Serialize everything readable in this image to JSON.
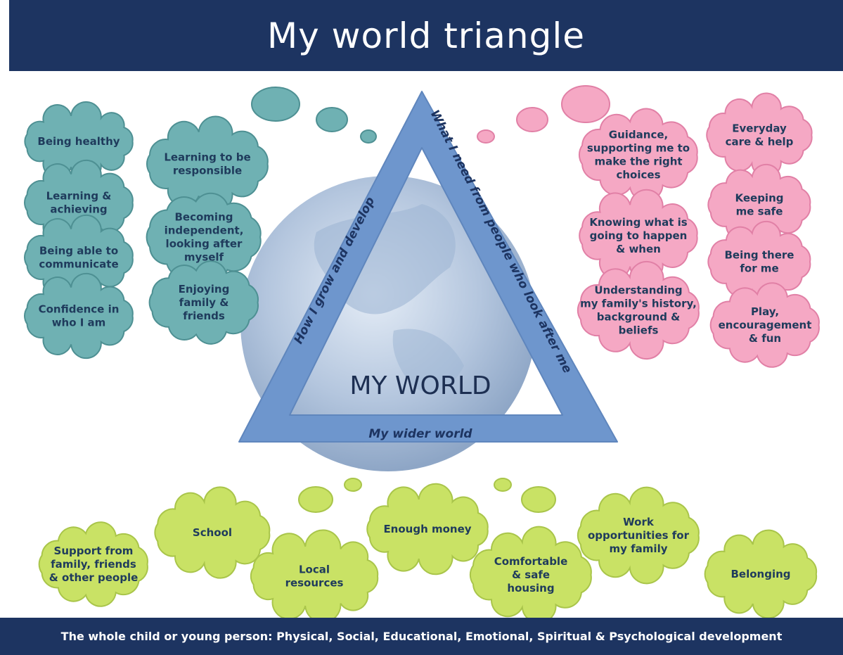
{
  "title": "My world triangle",
  "footer": "The whole child or young person: Physical, Social, Educational, Emotional, Spiritual & Psychological development",
  "center_label": "MY WORLD",
  "triangle": {
    "left_side": "How I grow and develop",
    "right_side": "What I need from people who look after me",
    "bottom_side": "My wider world"
  },
  "colors": {
    "header": "#1d3461",
    "teal_cloud": "#6fb1b3",
    "pink_cloud": "#f5a8c4",
    "green_cloud": "#c9e265",
    "triangle": "#6e96cd"
  },
  "grow_clouds": [
    {
      "lines": [
        "Being healthy"
      ]
    },
    {
      "lines": [
        "Learning to be",
        "responsible"
      ]
    },
    {
      "lines": [
        "Learning &",
        "achieving"
      ]
    },
    {
      "lines": [
        "Becoming",
        "independent,",
        "looking after",
        "myself"
      ]
    },
    {
      "lines": [
        "Being able to",
        "communicate"
      ]
    },
    {
      "lines": [
        "Enjoying",
        "family &",
        "friends"
      ]
    },
    {
      "lines": [
        "Confidence in",
        "who I am"
      ]
    }
  ],
  "care_clouds": [
    {
      "lines": [
        "Guidance,",
        "supporting me to",
        "make the right",
        "choices"
      ]
    },
    {
      "lines": [
        "Everyday",
        "care & help"
      ]
    },
    {
      "lines": [
        "Keeping",
        "me safe"
      ]
    },
    {
      "lines": [
        "Knowing what is",
        "going to happen",
        "& when"
      ]
    },
    {
      "lines": [
        "Being there",
        "for me"
      ]
    },
    {
      "lines": [
        "Understanding",
        "my family's history,",
        "background &",
        "beliefs"
      ]
    },
    {
      "lines": [
        "Play,",
        "encouragement",
        "& fun"
      ]
    }
  ],
  "world_clouds": [
    {
      "lines": [
        "Support from",
        "family, friends",
        "& other people"
      ]
    },
    {
      "lines": [
        "School"
      ]
    },
    {
      "lines": [
        "Local",
        "resources"
      ]
    },
    {
      "lines": [
        "Enough money"
      ]
    },
    {
      "lines": [
        "Comfortable",
        "& safe",
        "housing"
      ]
    },
    {
      "lines": [
        "Work",
        "opportunities for",
        "my family"
      ]
    },
    {
      "lines": [
        "Belonging"
      ]
    }
  ]
}
